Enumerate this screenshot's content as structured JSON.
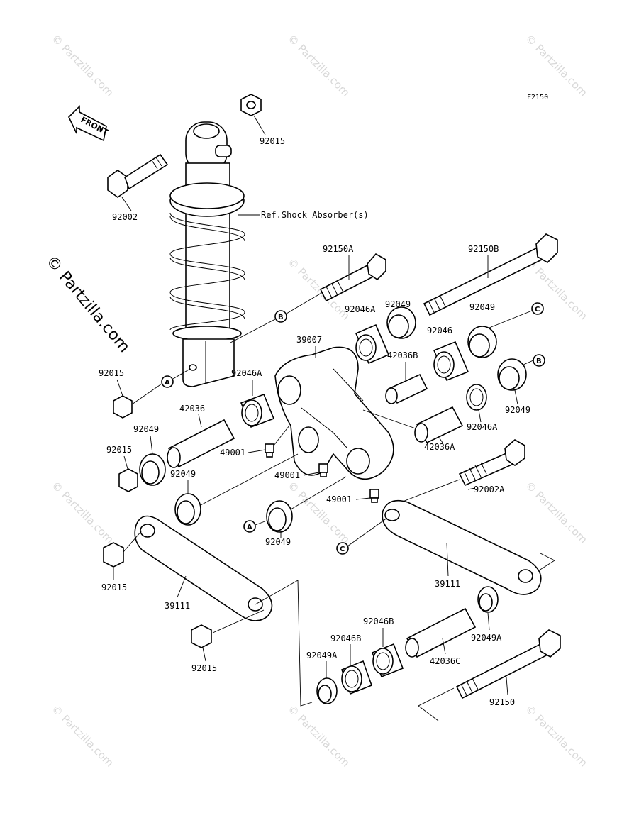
{
  "figure_code": "F2150",
  "front_label": "FRONT",
  "copyright": "© Partzilla.com",
  "watermark": "© Partzilla.com",
  "reference_note": "Ref.Shock Absorber(s)",
  "callouts": [
    "A",
    "B",
    "C"
  ],
  "part_labels": {
    "p92015_top": "92015",
    "p92002": "92002",
    "p92150A": "92150A",
    "p92150B": "92150B",
    "p92049_a": "92049",
    "p92049_b": "92049",
    "p92046A_a": "92046A",
    "p92046": "92046",
    "p39007": "39007",
    "p42036B": "42036B",
    "p92015_left": "92015",
    "p92046A_b": "92046A",
    "p92046A_c": "92046A",
    "p92049_c": "92049",
    "p42036": "42036",
    "p92049_d": "92049",
    "p92015_mid": "92015",
    "p49001_a": "49001",
    "p42036A": "42036A",
    "p92049_e": "92049",
    "p49001_b": "49001",
    "p92002A": "92002A",
    "p49001_c": "49001",
    "p92049_f": "92049",
    "p92015_low": "92015",
    "p39111_a": "39111",
    "p39111_b": "39111",
    "p92046B_a": "92046B",
    "p92046B_b": "92046B",
    "p92049A_a": "92049A",
    "p92049A_b": "92049A",
    "p42036C": "42036C",
    "p92015_bottom": "92015",
    "p92150": "92150"
  }
}
